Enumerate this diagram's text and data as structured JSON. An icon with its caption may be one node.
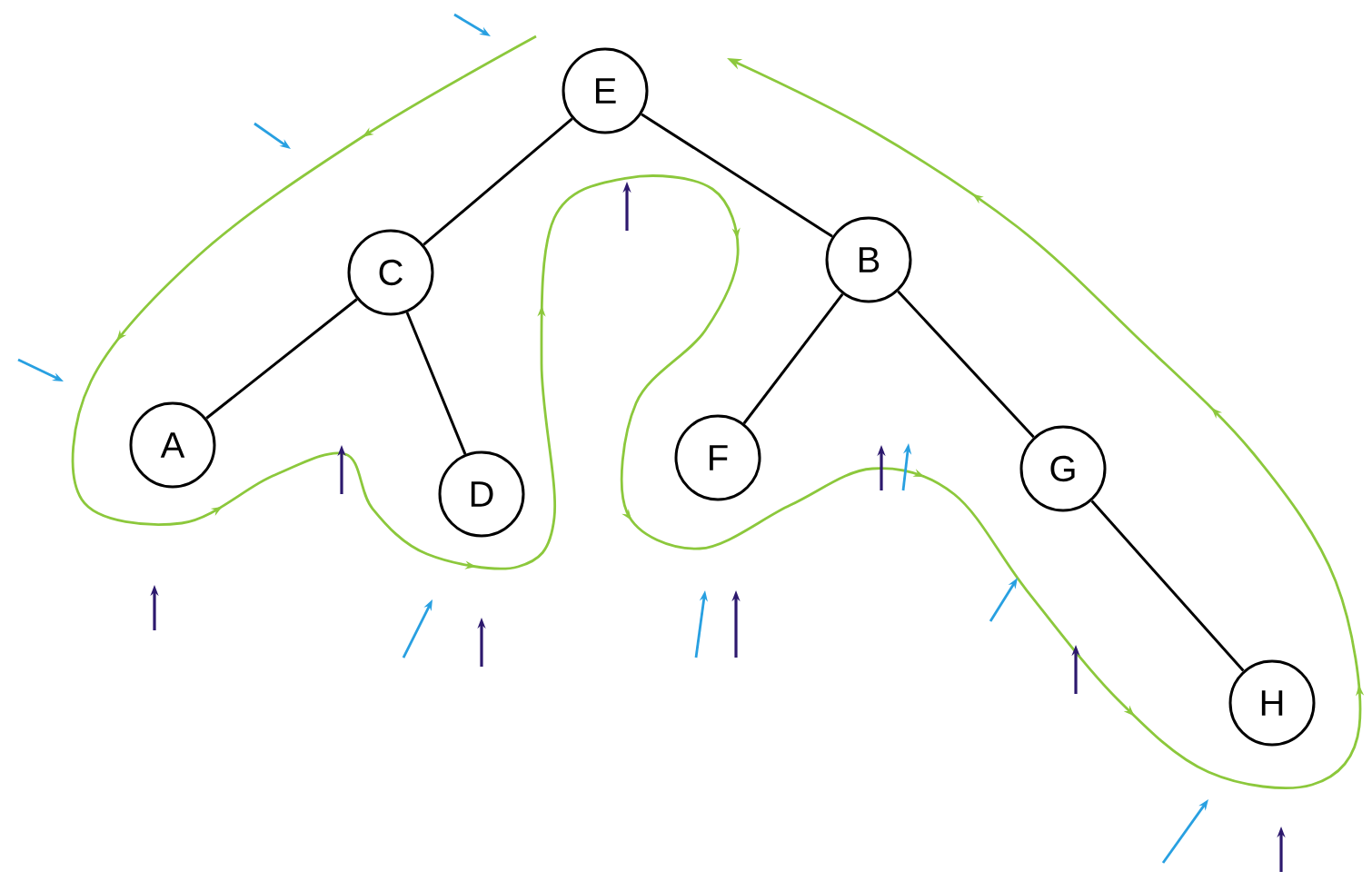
{
  "diagram": {
    "nodes": [
      {
        "text": [
          "E"
        ]
      },
      {
        "text": [
          "C"
        ]
      },
      {
        "text": [
          "B"
        ]
      },
      {
        "text": [
          "A"
        ]
      },
      {
        "text": [
          "D"
        ]
      },
      {
        "text": [
          "F"
        ]
      },
      {
        "text": [
          "G"
        ]
      },
      {
        "text": [
          "H"
        ]
      }
    ],
    "edges": [
      {
        "from": 0,
        "to": 1,
        "arrow": "none"
      },
      {
        "from": 0,
        "to": 2,
        "arrow": "none"
      },
      {
        "from": 1,
        "to": 3,
        "arrow": "none"
      },
      {
        "from": 1,
        "to": 4,
        "arrow": "none"
      },
      {
        "from": 2,
        "to": 5,
        "arrow": "none"
      },
      {
        "from": 2,
        "to": 6,
        "arrow": "none"
      },
      {
        "from": 6,
        "to": 7,
        "arrow": "none"
      }
    ]
  }
}
